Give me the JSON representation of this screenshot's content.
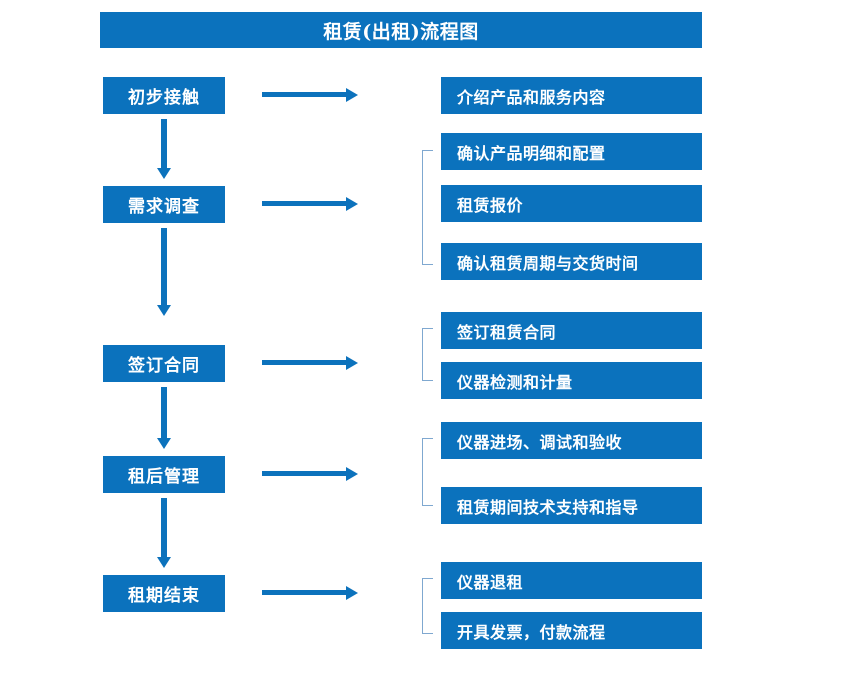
{
  "title": "租赁(出租)流程图",
  "colors": {
    "box_fill": "#0B72BD",
    "box_text": "#FFFFFF",
    "arrow": "#0C72BC",
    "bracket": "#7FA8D0",
    "background": "#FFFFFF"
  },
  "chart_data": {
    "type": "diagram",
    "title": "租赁(出租)流程图",
    "stages": [
      {
        "label": "初步接触",
        "details": [
          "介绍产品和服务内容"
        ]
      },
      {
        "label": "需求调查",
        "details": [
          "确认产品明细和配置",
          "租赁报价",
          "确认租赁周期与交货时间"
        ]
      },
      {
        "label": "签订合同",
        "details": [
          "签订租赁合同",
          "仪器检测和计量"
        ]
      },
      {
        "label": "租后管理",
        "details": [
          "仪器进场、调试和验收",
          "租赁期间技术支持和指导"
        ]
      },
      {
        "label": "租期结束",
        "details": [
          "仪器退租",
          "开具发票，付款流程"
        ]
      }
    ]
  },
  "stages": [
    {
      "label": "初步接触"
    },
    {
      "label": "需求调查"
    },
    {
      "label": "签订合同"
    },
    {
      "label": "租后管理"
    },
    {
      "label": "租期结束"
    }
  ],
  "details": {
    "g1": [
      {
        "label": "介绍产品和服务内容"
      }
    ],
    "g2": [
      {
        "label": "确认产品明细和配置"
      },
      {
        "label": "租赁报价"
      },
      {
        "label": "确认租赁周期与交货时间"
      }
    ],
    "g3": [
      {
        "label": "签订租赁合同"
      },
      {
        "label": "仪器检测和计量"
      }
    ],
    "g4": [
      {
        "label": "仪器进场、调试和验收"
      },
      {
        "label": "租赁期间技术支持和指导"
      }
    ],
    "g5": [
      {
        "label": "仪器退租"
      },
      {
        "label": "开具发票，付款流程"
      }
    ]
  }
}
